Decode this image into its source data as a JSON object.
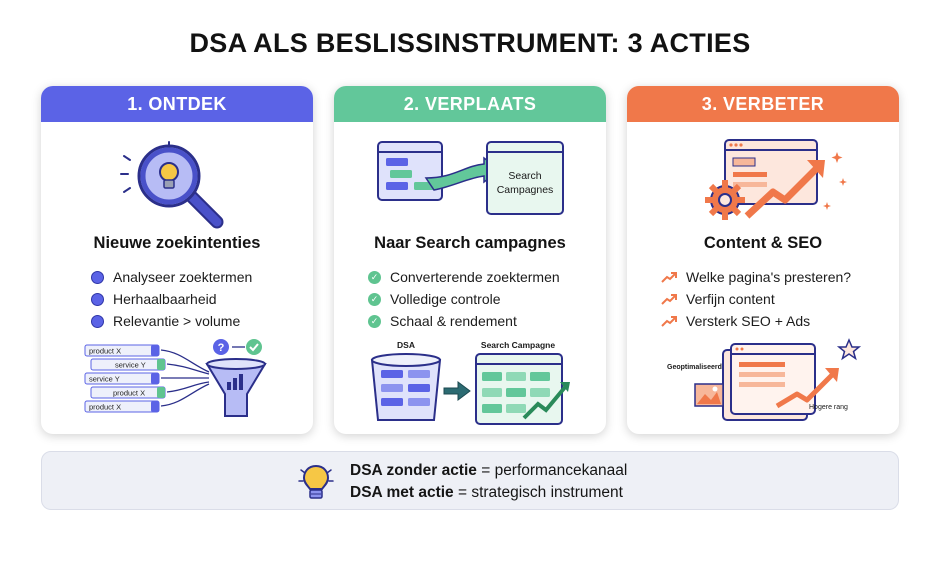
{
  "title": "DSA ALS BESLISSINSTRUMENT: 3 ACTIES",
  "cards": [
    {
      "header": "1. ONTDEK",
      "subtitle": "Nieuwe zoekintenties",
      "bullets": [
        "Analyseer zoektermen",
        "Herhaalbaarheid",
        "Relevantie > volume"
      ],
      "icons": [
        "magnifier-lightbulb-icon",
        "dot-bullet-icon",
        "funnel-icon"
      ],
      "diagram": {
        "tags": [
          "product X",
          "service Y",
          "service Y",
          "product X",
          "product X"
        ],
        "marks": [
          "?"
        ]
      },
      "color": "#5b63e6"
    },
    {
      "header": "2. VERPLAATS",
      "subtitle": "Naar Search campagnes",
      "bullets": [
        "Converterende zoektermen",
        "Volledige controle",
        "Schaal & rendement"
      ],
      "icons": [
        "campaign-transfer-icon",
        "check-icon",
        "growth-chart-icon"
      ],
      "diagram": {
        "hero_box_label_1": "Search",
        "hero_box_label_2": "Campagnes",
        "left_label": "DSA",
        "right_label": "Search Campagne"
      },
      "color": "#62c79a"
    },
    {
      "header": "3. VERBETER",
      "subtitle": "Content & SEO",
      "bullets": [
        "Welke pagina's presteren?",
        "Verfijn content",
        "Versterk SEO + Ads"
      ],
      "icons": [
        "browser-gear-growth-icon",
        "trend-up-icon",
        "star-icon"
      ],
      "diagram": {
        "label_left": "Geoptimaliseerd",
        "label_right": "Hogere rang"
      },
      "color": "#f0784a"
    }
  ],
  "summary": {
    "line1_bold": "DSA zonder actie",
    "line1_rest": " = performancekanaal",
    "line2_bold": "DSA met actie",
    "line2_rest": " = strategisch instrument",
    "icon": "lightbulb-icon"
  }
}
